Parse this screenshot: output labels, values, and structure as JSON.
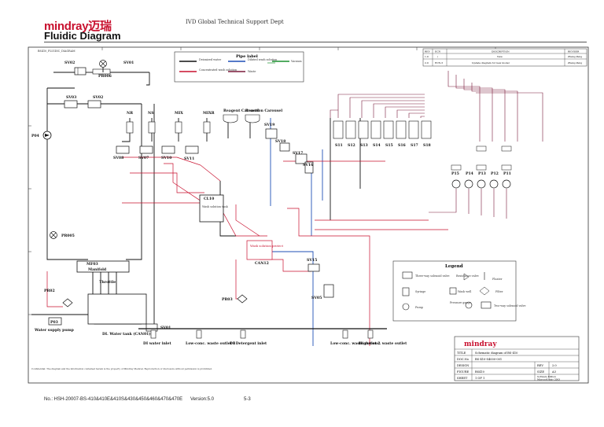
{
  "header": {
    "brand": "mindray迈瑞",
    "dept": "IVD Global Technical Support Dept",
    "title": "Fluidic Diagram"
  },
  "frame": {
    "drawing_no": "BS410_FLUIDIC_DIAGRAM"
  },
  "pipe_label": {
    "title": "Pipe label",
    "items": [
      {
        "label": "Deionized water",
        "color": "#111111"
      },
      {
        "label": "Diluted wash solution",
        "color": "#1f4fb5"
      },
      {
        "label": "Vacuum",
        "color": "#1a8f2e"
      },
      {
        "label": "Concentrated wash solution",
        "color": "#c8102e"
      },
      {
        "label": "Waste",
        "color": "#7a1a3a"
      }
    ]
  },
  "revision_table": {
    "headers": [
      "REV",
      "ECN",
      "DESCRIPTION",
      "REVISER"
    ],
    "rows": [
      [
        "1.0",
        "/",
        "New",
        "Zhang Peng"
      ],
      [
        "2.0",
        "ECN-3",
        "Update diagram for new model",
        "Zhang Peng"
      ]
    ]
  },
  "components": {
    "sv02": "SV02",
    "sv01": "SV01",
    "pr006": "PR006",
    "sv03": "SV03",
    "sv02b": "SV02",
    "p04": "P04",
    "sv08": "SV08",
    "sv07": "SV07",
    "sv10": "SV10",
    "sv11": "SV11",
    "nr": "NR",
    "ns": "NS",
    "mix": "MIX",
    "mixr": "MIXR",
    "reagent": "Reagent Carousel",
    "reaction": "Reaction Carousel",
    "sv19": "SV19",
    "sv18": "SV18",
    "sv17": "SV17",
    "sv16": "SV16",
    "cl": "CL10",
    "mixtank": "Wash solution tank",
    "stations": [
      "S11",
      "S12",
      "S13",
      "S14",
      "S15",
      "S16",
      "S17",
      "S18"
    ],
    "pumps": [
      "P15",
      "P14",
      "P13",
      "P12",
      "P11"
    ],
    "pr005": "PR005",
    "mf03": "MF03",
    "manifold": "Manifold",
    "pr02": "PR02",
    "throttle": "Throttle",
    "p03": "P03",
    "water_pump": "Water supply pump",
    "di_tank": "DI. Water tank (CAN01)",
    "sv01b": "SV01",
    "can12": "CAN12",
    "wash_conc": "Wash solution protect",
    "sv15": "SV15",
    "sv05": "SV05",
    "pr03": "PR03"
  },
  "outlets": [
    "DI water inlet",
    "Low-conc. waste outlet 1",
    "DI Detergent inlet",
    "Low-conc. waste outlet 2",
    "High-conc. waste outlet"
  ],
  "legend": {
    "title": "Legend",
    "items": [
      "Three-way solenoid valve",
      "Resistance valve",
      "Floater",
      "Syringe",
      "Wash well",
      "Filter",
      "Pump",
      "Pressure gauge",
      "Two-way solenoid valve"
    ]
  },
  "title_block": {
    "brand": "mindray",
    "title_label": "TITLE",
    "title_value": "Schematic diagram of BS-410",
    "doc_label": "DOC.No",
    "doc_value": "BS-410-S4000-001",
    "design_label": "DESIGN",
    "design_value": "",
    "rev_label": "REV",
    "rev_value": "2.0",
    "figure_label": "FIGURE",
    "figure_value": "BS410",
    "size_label": "SIZE",
    "size_value": "A3",
    "sheet_label": "SHEET",
    "sheet_value": "1 OF 1",
    "software_label": "Software Edition",
    "software_value": "Microsoft visio 2003"
  },
  "disclaimer": "Confidential: The diagram and the information contained herein is the property of Mindray Medical. Reproduction or disclosure without permission is prohibited.",
  "footer": {
    "doc_no": "No.: HSH-20007-BS-410&410E&410S&430&450&460&470&470E",
    "version": "Version:5.0",
    "page": "5-3"
  }
}
